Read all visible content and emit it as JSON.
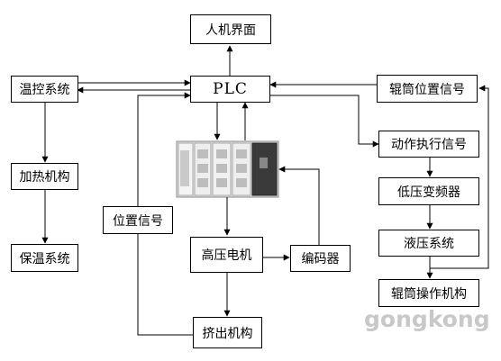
{
  "nodes": {
    "hmi": "人机界面",
    "plc": "PLC",
    "temp_control": "温控系统",
    "roller_position_signal": "辊筒位置信号",
    "action_signal": "动作执行信号",
    "heating_mechanism": "加热机构",
    "low_voltage_vfd": "低压变频器",
    "position_signal": "位置信号",
    "hv_motor": "高压电机",
    "encoder": "编码器",
    "hydraulic_system": "液压系统",
    "insulation_system": "保温系统",
    "roller_operation": "辊筒操作机构",
    "extrusion_mechanism": "挤出机构"
  },
  "watermark": "gongkong",
  "colors": {
    "line": "#000000",
    "watermark": "#c8c8c8",
    "cabinet": "#d9d9d9"
  }
}
